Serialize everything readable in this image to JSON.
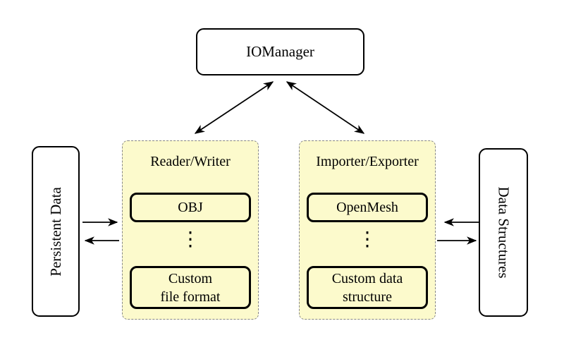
{
  "diagram": {
    "io_manager": "IOManager",
    "persistent_data": "Persistent Data",
    "data_structures": "Data Structures",
    "reader_writer_group": {
      "label": "Reader/Writer",
      "box1": "OBJ",
      "dots": "⋮",
      "box2": "Custom\nfile format"
    },
    "importer_exporter_group": {
      "label": "Importer/Exporter",
      "box1": "OpenMesh",
      "dots": "⋮",
      "box2": "Custom data\nstructure"
    },
    "colors": {
      "group_fill": "#FCFACC",
      "group_border": "#878787",
      "node_border": "#000000",
      "background": "#FFFFFF",
      "arrow": "#000000"
    }
  }
}
